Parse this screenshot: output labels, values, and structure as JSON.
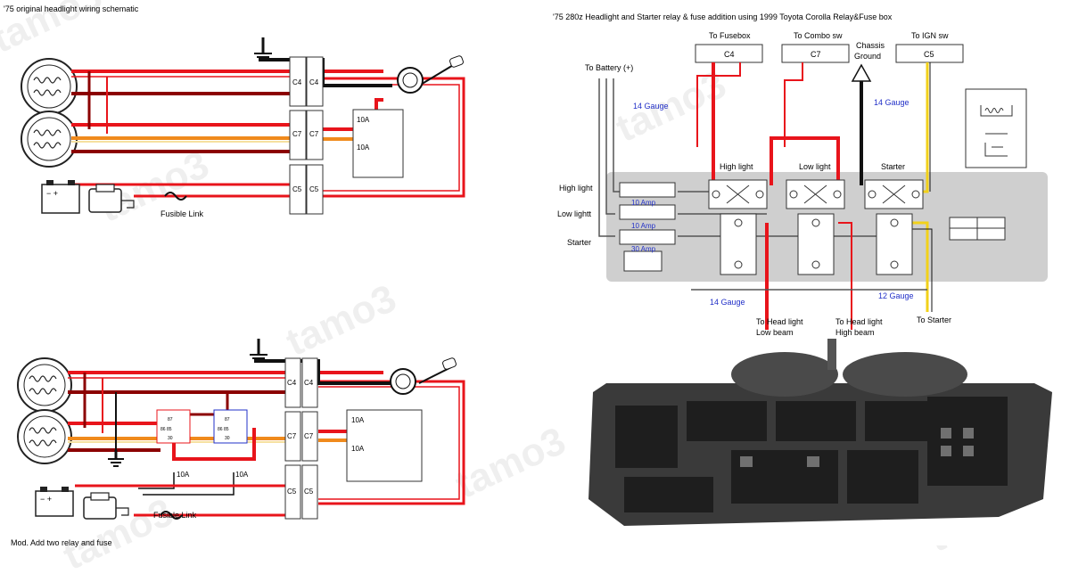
{
  "watermark": "tamo3",
  "original": {
    "title": "'75 original headlight wiring schematic",
    "conn_c4": "C4",
    "conn_c7": "C7",
    "conn_c5": "C5",
    "fuse_top": "10A",
    "fuse_bottom": "10A",
    "fusible_link": "Fusible Link"
  },
  "modified": {
    "title": "Mod. Add two relay and fuse",
    "conn_c4": "C4",
    "conn_c7": "C7",
    "conn_c5": "C5",
    "fuse_top": "10A",
    "fuse_bottom": "10A",
    "relay_fuse_left": "10A",
    "relay_fuse_right": "10A",
    "fusible_link": "Fusible Link"
  },
  "relaybox": {
    "title": "'75 280z Headlight and Starter relay & fuse addition using 1999 Toyota Corolla Relay&Fuse box",
    "to_fusebox": "To Fusebox",
    "to_combo": "To Combo sw",
    "chassis_ground_1": "Chassis",
    "chassis_ground_2": "Ground",
    "to_ign": "To IGN sw",
    "c4": "C4",
    "c7": "C7",
    "c5": "C5",
    "to_battery": "To Battery (+)",
    "gauge_14_a": "14 Gauge",
    "gauge_14_b": "14 Gauge",
    "gauge_14_c": "14 Gauge",
    "gauge_12": "12 Gauge",
    "high_light": "High light",
    "low_light": "Low lightt",
    "starter": "Starter",
    "fuse_10a_1": "10 Amp",
    "fuse_10a_2": "10 Amp",
    "fuse_30a": "30 Amp",
    "relay_high": "High light",
    "relay_low": "Low light",
    "relay_starter": "Starter",
    "to_head_low_1": "To Head light",
    "to_head_low_2": "Low beam",
    "to_head_high_1": "To Head light",
    "to_head_high_2": "High beam",
    "to_starter": "To Starter"
  },
  "colors": {
    "red": "#e8141b",
    "dark_red": "#8b0000",
    "black": "#111111",
    "yellow": "#f2d11a",
    "orange": "#f08a1c",
    "gray_panel": "#cfcfcf",
    "blue_label": "#2230c8"
  }
}
